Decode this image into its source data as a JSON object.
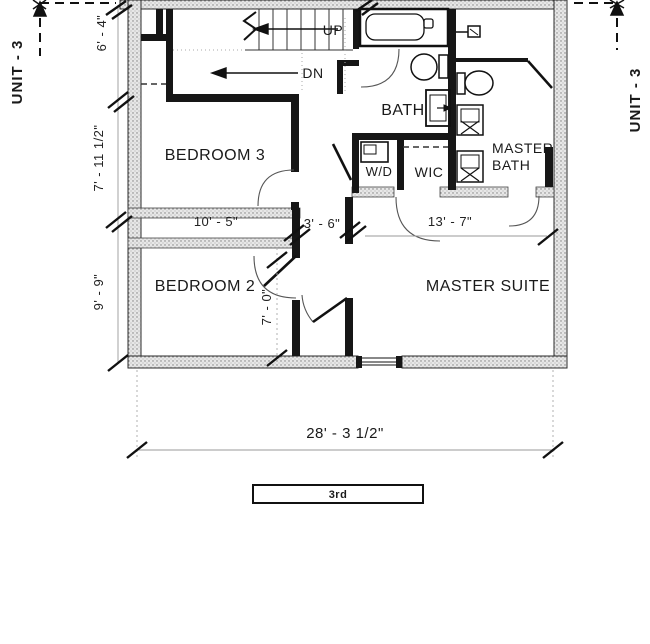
{
  "plan": {
    "floor_label": "3rd",
    "unit_left": "UNIT - 3",
    "unit_right": "UNIT - 3",
    "rooms": {
      "bedroom3": "BEDROOM 3",
      "bedroom2": "BEDROOM 2",
      "master_suite": "MASTER SUITE",
      "bath": "BATH",
      "master_bath_line1": "MASTER",
      "master_bath_line2": "BATH",
      "wic": "WIC",
      "washer_dryer": "W/D"
    },
    "stairs": {
      "up": "UP",
      "down": "DN"
    },
    "dimensions": {
      "top_left_height": "6' - 4\"",
      "bedroom3_height": "7' - 11 1/2\"",
      "bedroom2_height": "9' - 9\"",
      "bedroom3_width": "10' - 5\"",
      "hall_width": "3' - 6\"",
      "master_width": "13' - 7\"",
      "hall_height": "7' - 0\"",
      "overall_width": "28' - 3 1/2\""
    }
  }
}
